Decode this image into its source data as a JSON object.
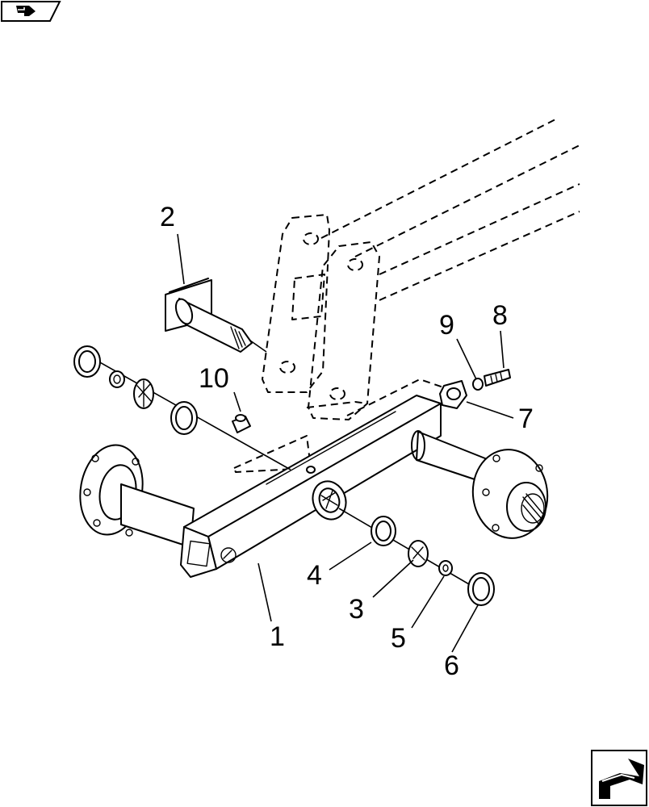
{
  "diagram": {
    "callouts": [
      {
        "id": "1",
        "label": "1"
      },
      {
        "id": "2",
        "label": "2"
      },
      {
        "id": "3",
        "label": "3"
      },
      {
        "id": "4",
        "label": "4"
      },
      {
        "id": "5",
        "label": "5"
      },
      {
        "id": "6",
        "label": "6"
      },
      {
        "id": "7",
        "label": "7"
      },
      {
        "id": "8",
        "label": "8"
      },
      {
        "id": "9",
        "label": "9"
      },
      {
        "id": "10",
        "label": "10"
      }
    ]
  },
  "icons": {
    "back": "back-arrow-icon",
    "next": "next-page-arrow-icon"
  }
}
